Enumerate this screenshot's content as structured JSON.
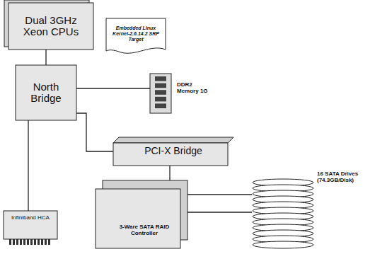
{
  "diagram": {
    "nodes": [
      {
        "text": [
          "Dual 3GHz Xeon CPUs"
        ]
      },
      {
        "text": [
          "Embedded Linux Kernel-2.6.14.2 SRP Target"
        ]
      },
      {
        "text": [
          "North Bridge"
        ]
      },
      {
        "text": [
          "DDR2 Memory 1G"
        ]
      },
      {
        "text": [
          "PCI-X Bridge"
        ]
      },
      {
        "text": [
          "Infiniband HCA"
        ]
      },
      {
        "text": [
          "3-Ware SATA RAID Controller"
        ]
      },
      {
        "text": [
          "16 SATA Drives (74.3GB/Disk)"
        ]
      }
    ],
    "edges": [
      {
        "from": 0,
        "to": 2,
        "arrow": "none"
      },
      {
        "from": 2,
        "to": 3,
        "arrow": "none"
      },
      {
        "from": 2,
        "to": 4,
        "arrow": "none"
      },
      {
        "from": 2,
        "to": 5,
        "arrow": "none"
      },
      {
        "from": 4,
        "to": 6,
        "arrow": "none"
      },
      {
        "from": 6,
        "to": 7,
        "arrow": "none"
      }
    ]
  }
}
